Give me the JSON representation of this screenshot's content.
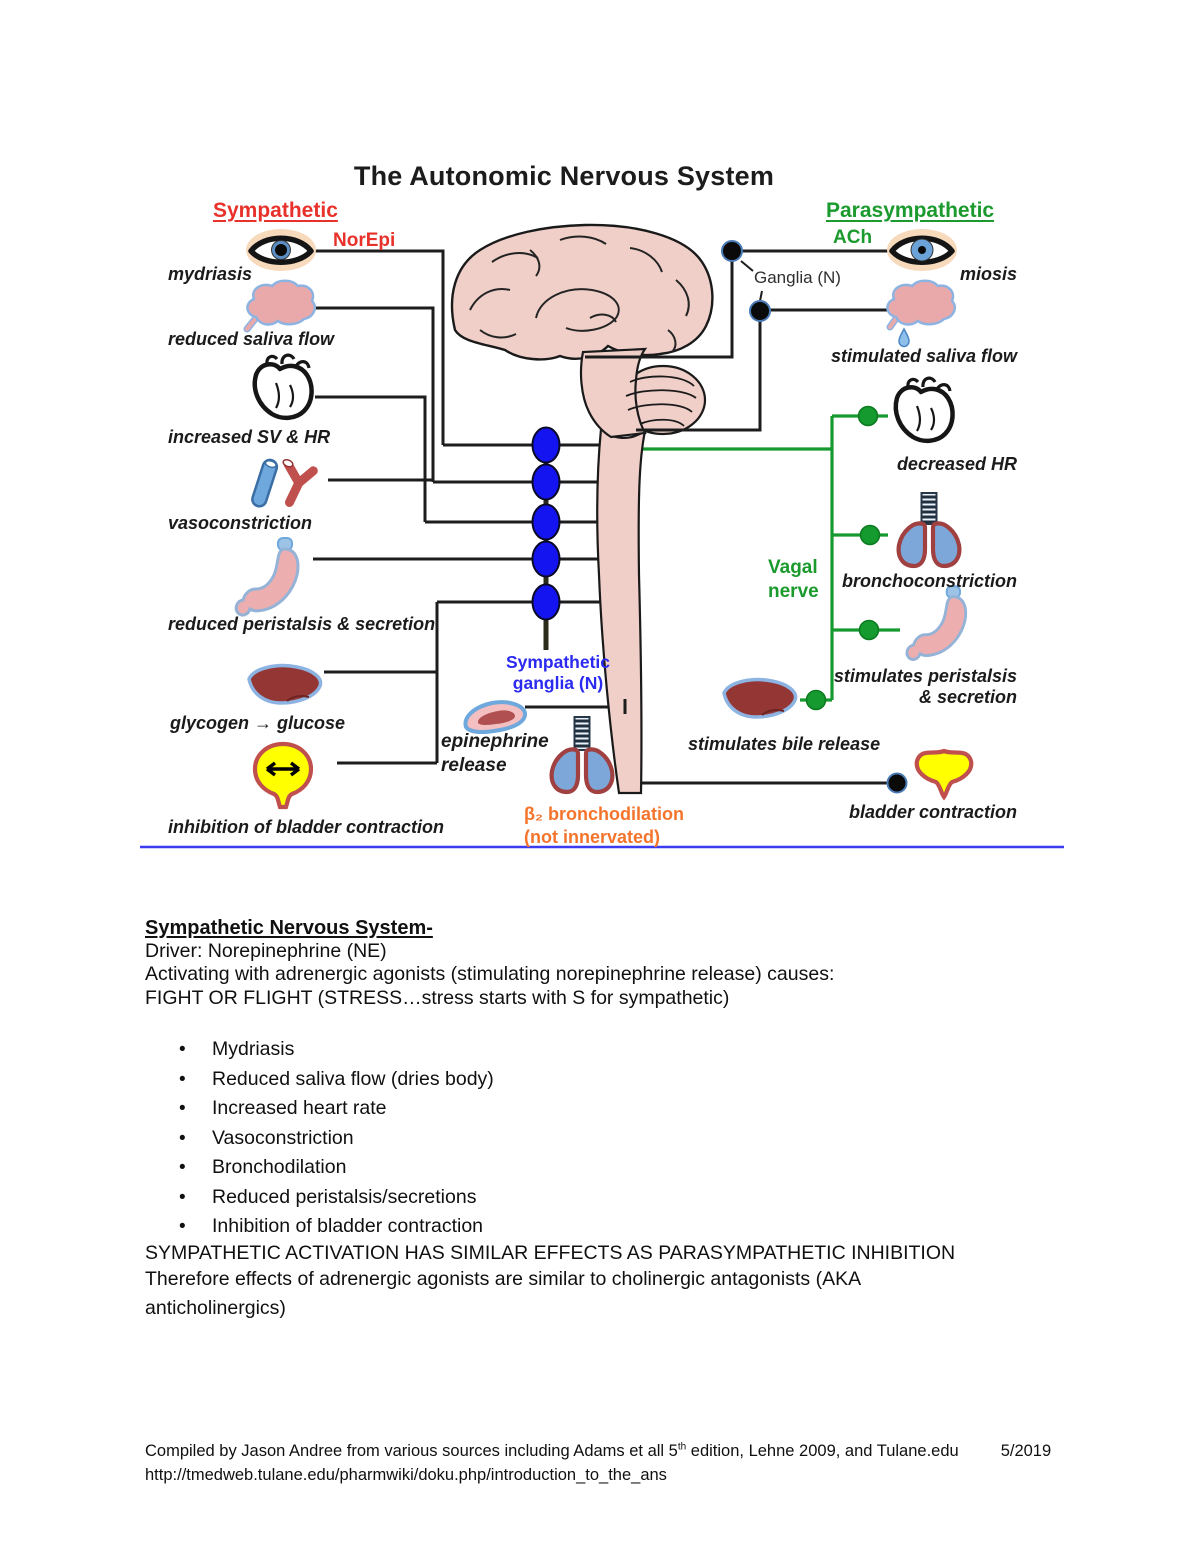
{
  "diagram": {
    "title": "The Autonomic Nervous System",
    "sympathetic": {
      "heading": "Sympathetic",
      "transmitter": "NorEpi",
      "effects": {
        "eye": "mydriasis",
        "saliva": "reduced saliva flow",
        "heart": "increased SV & HR",
        "vessels": "vasoconstriction",
        "stomach": "reduced peristalsis & secretion",
        "liver": "glycogen → glucose",
        "bladder": "inhibition of bladder contraction"
      },
      "chain_label": "Sympathetic\nganglia (N)",
      "adrenal_label": "epinephrine\nrelease",
      "broncho_label": "β₂ bronchodilation\n(not innervated)"
    },
    "parasympathetic": {
      "heading": "Parasympathetic",
      "transmitter": "ACh",
      "ganglia_label": "Ganglia (N)",
      "vagal_label": "Vagal\nnerve",
      "effects": {
        "eye": "miosis",
        "saliva": "stimulated saliva flow",
        "heart": "decreased HR",
        "lungs": "bronchoconstriction",
        "stomach": "stimulates peristalsis\n& secretion",
        "liver": "stimulates bile release",
        "bladder": "bladder contraction"
      }
    },
    "colors": {
      "sympathetic_red": "#e8312b",
      "parasympathetic_green": "#1b9a2e",
      "ganglia_oval_blue": "#1414f0",
      "chain_text_blue": "#2a2af0",
      "broncho_orange": "#f4742c",
      "separator_blue": "#3b3bf2",
      "brain_pink": "#f0cfc9",
      "organ_pink": "#e9a9ab",
      "liver_red": "#943634",
      "lungs_blue": "#7da7d9",
      "bladder_yellow": "#ffff00"
    }
  },
  "doc": {
    "heading": "Sympathetic Nervous System-",
    "driver": "Driver: Norepinephrine (NE)",
    "activating": "Activating with adrenergic agonists (stimulating norepinephrine release) causes:",
    "fight_or_flight": "FIGHT OR FLIGHT (STRESS…stress starts with S for sympathetic)",
    "bullets": [
      "Mydriasis",
      "Reduced saliva flow (dries body)",
      "Increased heart rate",
      "Vasoconstriction",
      "Bronchodilation",
      "Reduced peristalsis/secretions",
      "Inhibition of bladder contraction"
    ],
    "similar_effects": "SYMPATHETIC ACTIVATION HAS SIMILAR EFFECTS AS PARASYMPATHETIC INHIBITION",
    "therefore": "Therefore effects of adrenergic agonists are similar to cholinergic antagonists (AKA\nanticholinergics)"
  },
  "footer": {
    "line1_pre": "Compiled by Jason Andree from various sources including Adams et all 5",
    "line1_sup": "th",
    "line1_post": " edition, Lehne 2009, and Tulane.edu",
    "date": "5/2019",
    "line2": "http://tmedweb.tulane.edu/pharmwiki/doku.php/introduction_to_the_ans"
  }
}
